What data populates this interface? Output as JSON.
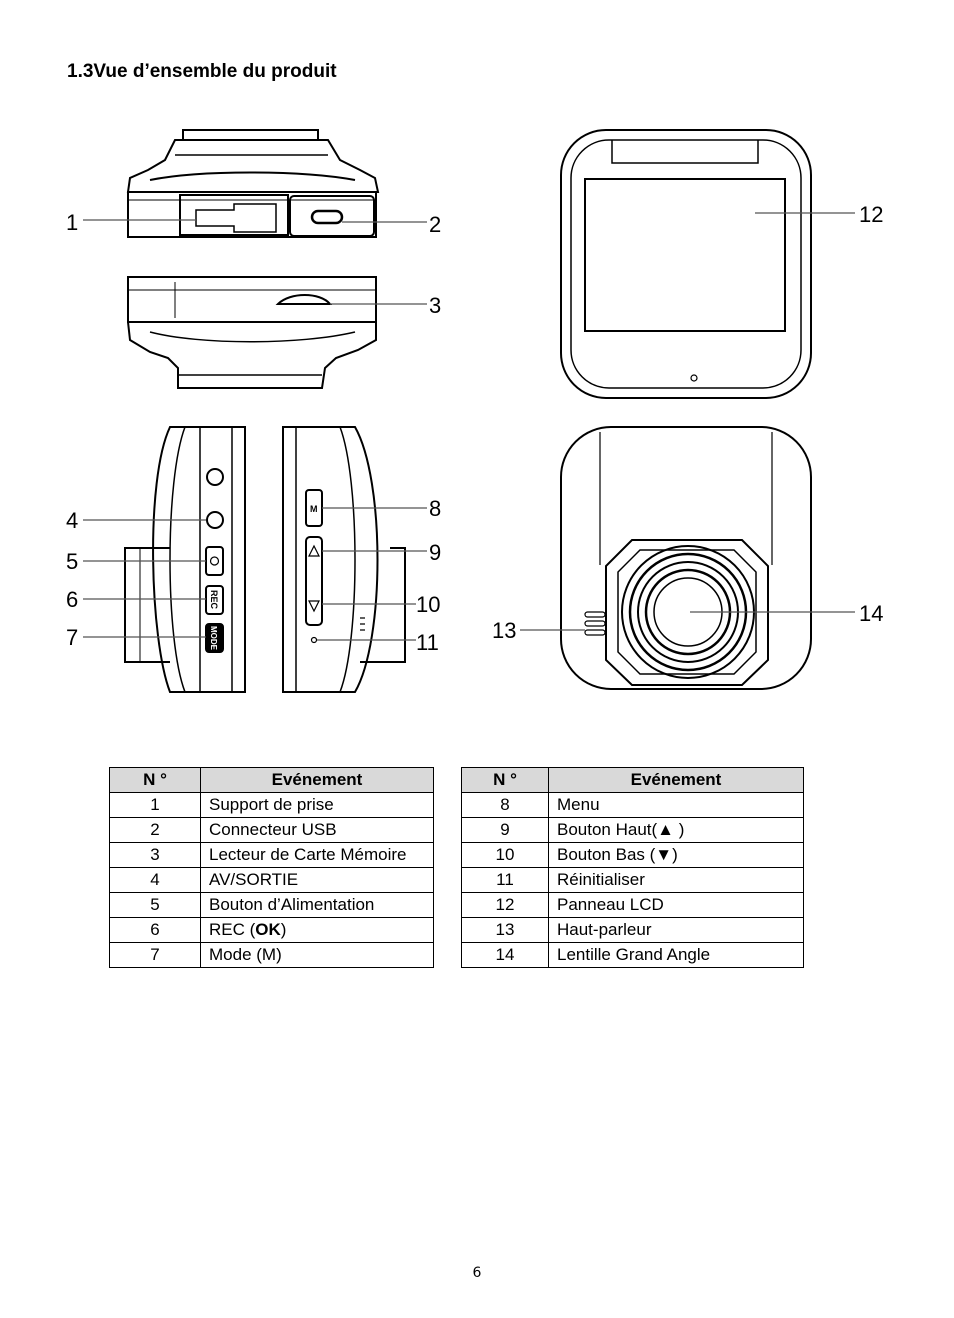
{
  "section_title": "1.3Vue d’ensemble du produit",
  "callouts": [
    "1",
    "2",
    "3",
    "4",
    "5",
    "6",
    "7",
    "8",
    "9",
    "10",
    "11",
    "12",
    "13",
    "14"
  ],
  "button_labels": {
    "rec": "REC",
    "mode": "MODE",
    "menu": "M"
  },
  "table_left": {
    "headers": [
      "N °",
      "Evénement"
    ],
    "rows": [
      [
        "1",
        "Support de prise"
      ],
      [
        "2",
        "Connecteur USB"
      ],
      [
        "3",
        "Lecteur de Carte Mémoire"
      ],
      [
        "4",
        "AV/SORTIE"
      ],
      [
        "5",
        "Bouton d’Alimentation"
      ],
      [
        "6",
        "REC (",
        "OK",
        ")"
      ],
      [
        "7",
        "Mode (M)"
      ]
    ]
  },
  "table_right": {
    "headers": [
      "N °",
      "Evénement"
    ],
    "rows": [
      [
        "8",
        "Menu"
      ],
      [
        "9",
        "Bouton Haut(▲ )"
      ],
      [
        "10",
        "Bouton Bas (▼)"
      ],
      [
        "11",
        "Réinitialiser"
      ],
      [
        "12",
        "Panneau LCD"
      ],
      [
        "13",
        "Haut-parleur"
      ],
      [
        "14",
        "Lentille Grand Angle"
      ]
    ]
  },
  "page_number": "6",
  "colors": {
    "line": "#000000",
    "leader": "#555555",
    "header_bg": "#d9d9d9"
  }
}
